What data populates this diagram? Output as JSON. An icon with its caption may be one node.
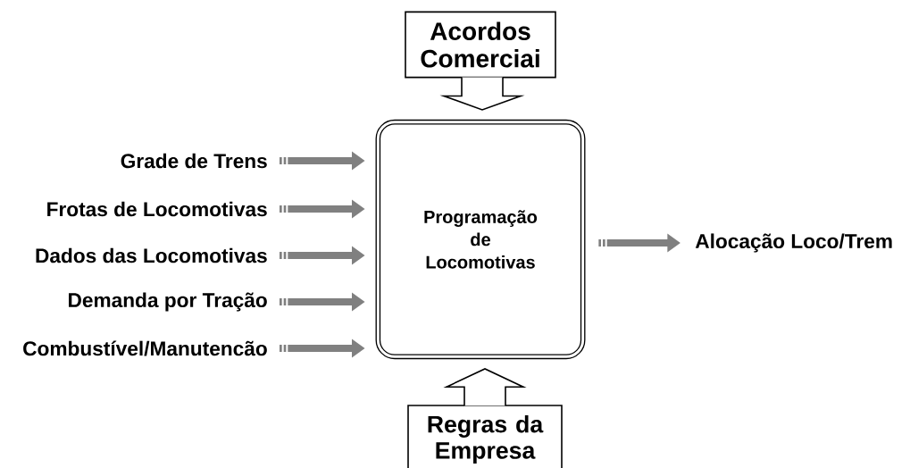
{
  "diagram": {
    "nodes": [
      {
        "text": [
          "Acordos Comerciai"
        ]
      },
      {
        "text": [
          "Grade de Trens"
        ]
      },
      {
        "text": [
          "Frotas de Locomotivas"
        ]
      },
      {
        "text": [
          "Dados das Locomotivas"
        ]
      },
      {
        "text": [
          "Demanda por Tração"
        ]
      },
      {
        "text": [
          "Combustível/Manutencão"
        ]
      },
      {
        "text": [
          "Programação de Locomotivas"
        ]
      },
      {
        "text": [
          "Alocação Loco/Trem"
        ]
      },
      {
        "text": [
          "Regras da Empresa"
        ]
      }
    ],
    "edges": [
      {
        "from": 0,
        "to": 6,
        "arrow": "to"
      },
      {
        "from": 1,
        "to": 6,
        "arrow": "to"
      },
      {
        "from": 2,
        "to": 6,
        "arrow": "to"
      },
      {
        "from": 3,
        "to": 6,
        "arrow": "to"
      },
      {
        "from": 4,
        "to": 6,
        "arrow": "to"
      },
      {
        "from": 5,
        "to": 6,
        "arrow": "to"
      },
      {
        "from": 6,
        "to": 7,
        "arrow": "to"
      },
      {
        "from": 8,
        "to": 6,
        "arrow": "to"
      }
    ]
  }
}
